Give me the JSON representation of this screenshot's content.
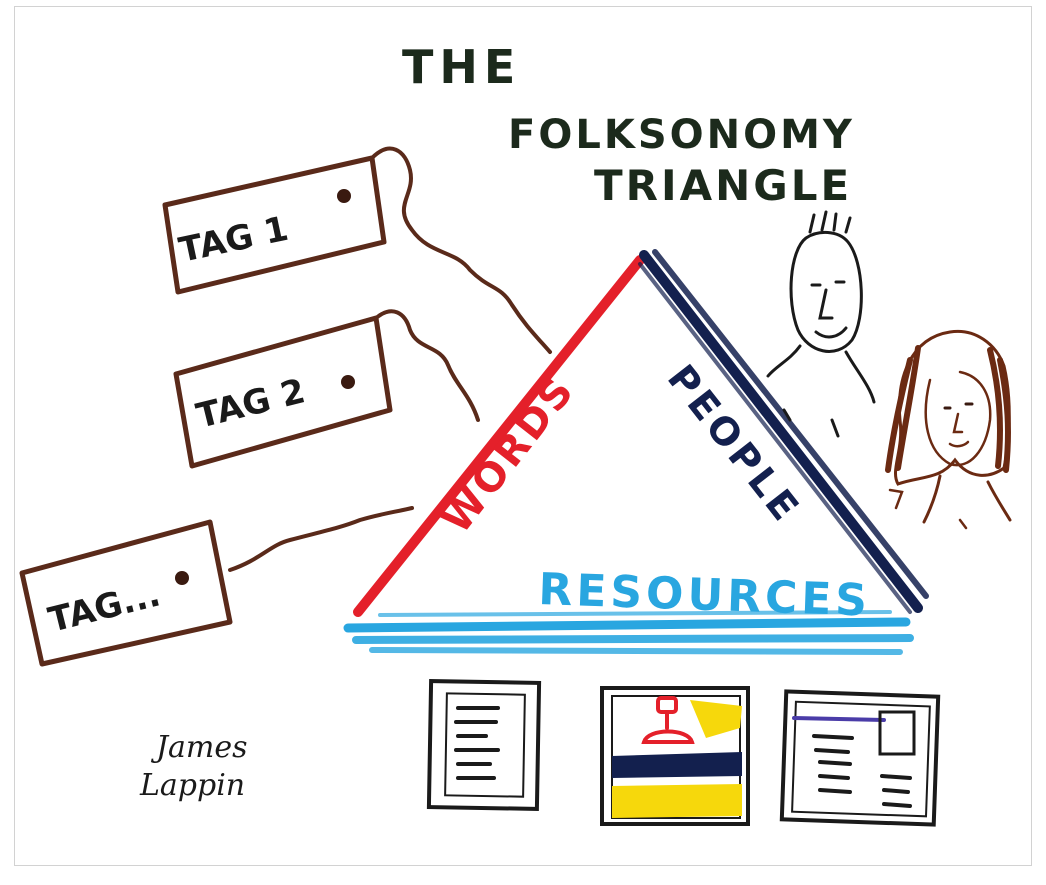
{
  "title": {
    "line1": "THE",
    "line2": "FOLKSONOMY",
    "line3": "TRIANGLE"
  },
  "tags": [
    {
      "label": "TAG 1"
    },
    {
      "label": "TAG 2"
    },
    {
      "label": "TAG..."
    }
  ],
  "triangle": {
    "left_side_label": "WORDS",
    "right_side_label": "PEOPLE",
    "base_label": "RESOURCES"
  },
  "signature": {
    "line1": "James",
    "line2": "Lappin"
  },
  "colors": {
    "words": "#e4202a",
    "people": "#13204e",
    "resources": "#29a6e0",
    "tags": "#5a2a1a",
    "ink": "#1a1a1a",
    "title_ink": "#1c2a1c",
    "hair": "#6b2a12"
  },
  "icons": [
    "text-document-icon",
    "image-picture-icon",
    "web-page-icon"
  ]
}
